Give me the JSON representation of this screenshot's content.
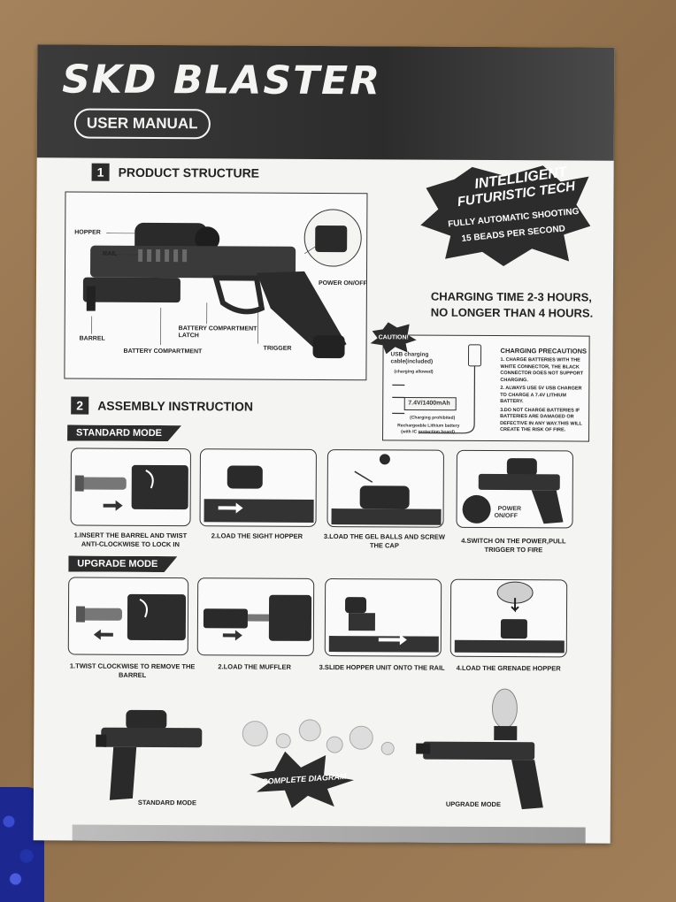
{
  "header": {
    "brand": "SKD BLASTER",
    "manual": "USER MANUAL"
  },
  "section1": {
    "number": "1",
    "title": "PRODUCT STRUCTURE",
    "parts": {
      "hopper": "HOPPER",
      "rail": "RAIL",
      "barrel": "BARREL",
      "battery_compartment": "BATTERY COMPARTMENT",
      "battery_latch_line1": "BATTERY COMPARTMENT",
      "battery_latch_line2": "LATCH",
      "trigger": "TRIGGER",
      "power": "POWER ON/OFF"
    }
  },
  "promo": {
    "line1": "INTELLIGENT",
    "line2": "FUTURISTIC TECH",
    "line3": "FULLY AUTOMATIC SHOOTING",
    "line4": "15 BEADS PER SECOND"
  },
  "charging": {
    "line1": "CHARGING TIME 2-3 HOURS,",
    "line2": "NO LONGER THAN 4 HOURS.",
    "caution": "CAUTION!",
    "usb_label_1": "USB charging",
    "usb_label_2": "cable(included)",
    "allowed": "(charging allowed)",
    "battery_spec": "7.4V/1400mAh",
    "prohibited": "(Charging prohibited)",
    "battery_1": "Rechargeable Lithium battery",
    "battery_2": "(with IC protection board)",
    "precautions_title": "CHARGING PRECAUTIONS",
    "precautions": [
      "1. CHARGE BATTERIES WITH THE WHITE CONNECTOR, THE BLACK CONNECTOR DOES NOT SUPPORT CHARGING.",
      "2. ALWAYS USE 5V USB CHARGER TO CHARGE A 7.4V LITHIUM BATTERY.",
      "3.DO NOT CHARGE BATTERIES IF BATTERIES ARE DAMAGED OR DEFECTIVE IN ANY WAY.THIS WILL CREATE THE RISK OF FIRE."
    ]
  },
  "section2": {
    "number": "2",
    "title": "ASSEMBLY INSTRUCTION",
    "standard_mode": "STANDARD MODE",
    "upgrade_mode": "UPGRADE MODE",
    "standard_steps": [
      "1.INSERT THE BARREL AND TWIST ANTI-CLOCKWISE TO LOCK IN",
      "2.LOAD THE SIGHT HOPPER",
      "3.LOAD THE GEL BALLS AND SCREW THE CAP",
      "4.SWITCH ON THE POWER,PULL TRIGGER TO FIRE"
    ],
    "power_label_1": "POWER",
    "power_label_2": "ON/OFF",
    "upgrade_steps": [
      "1.TWIST CLOCKWISE TO REMOVE THE BARREL",
      "2.LOAD THE MUFFLER",
      "3.SLIDE HOPPER UNIT ONTO THE RAIL",
      "4.LOAD THE GRENADE HOPPER"
    ]
  },
  "diagram": {
    "standard": "STANDARD MODE",
    "complete": "COMPLETE DIAGRAM",
    "upgrade": "UPGRADE MODE"
  }
}
